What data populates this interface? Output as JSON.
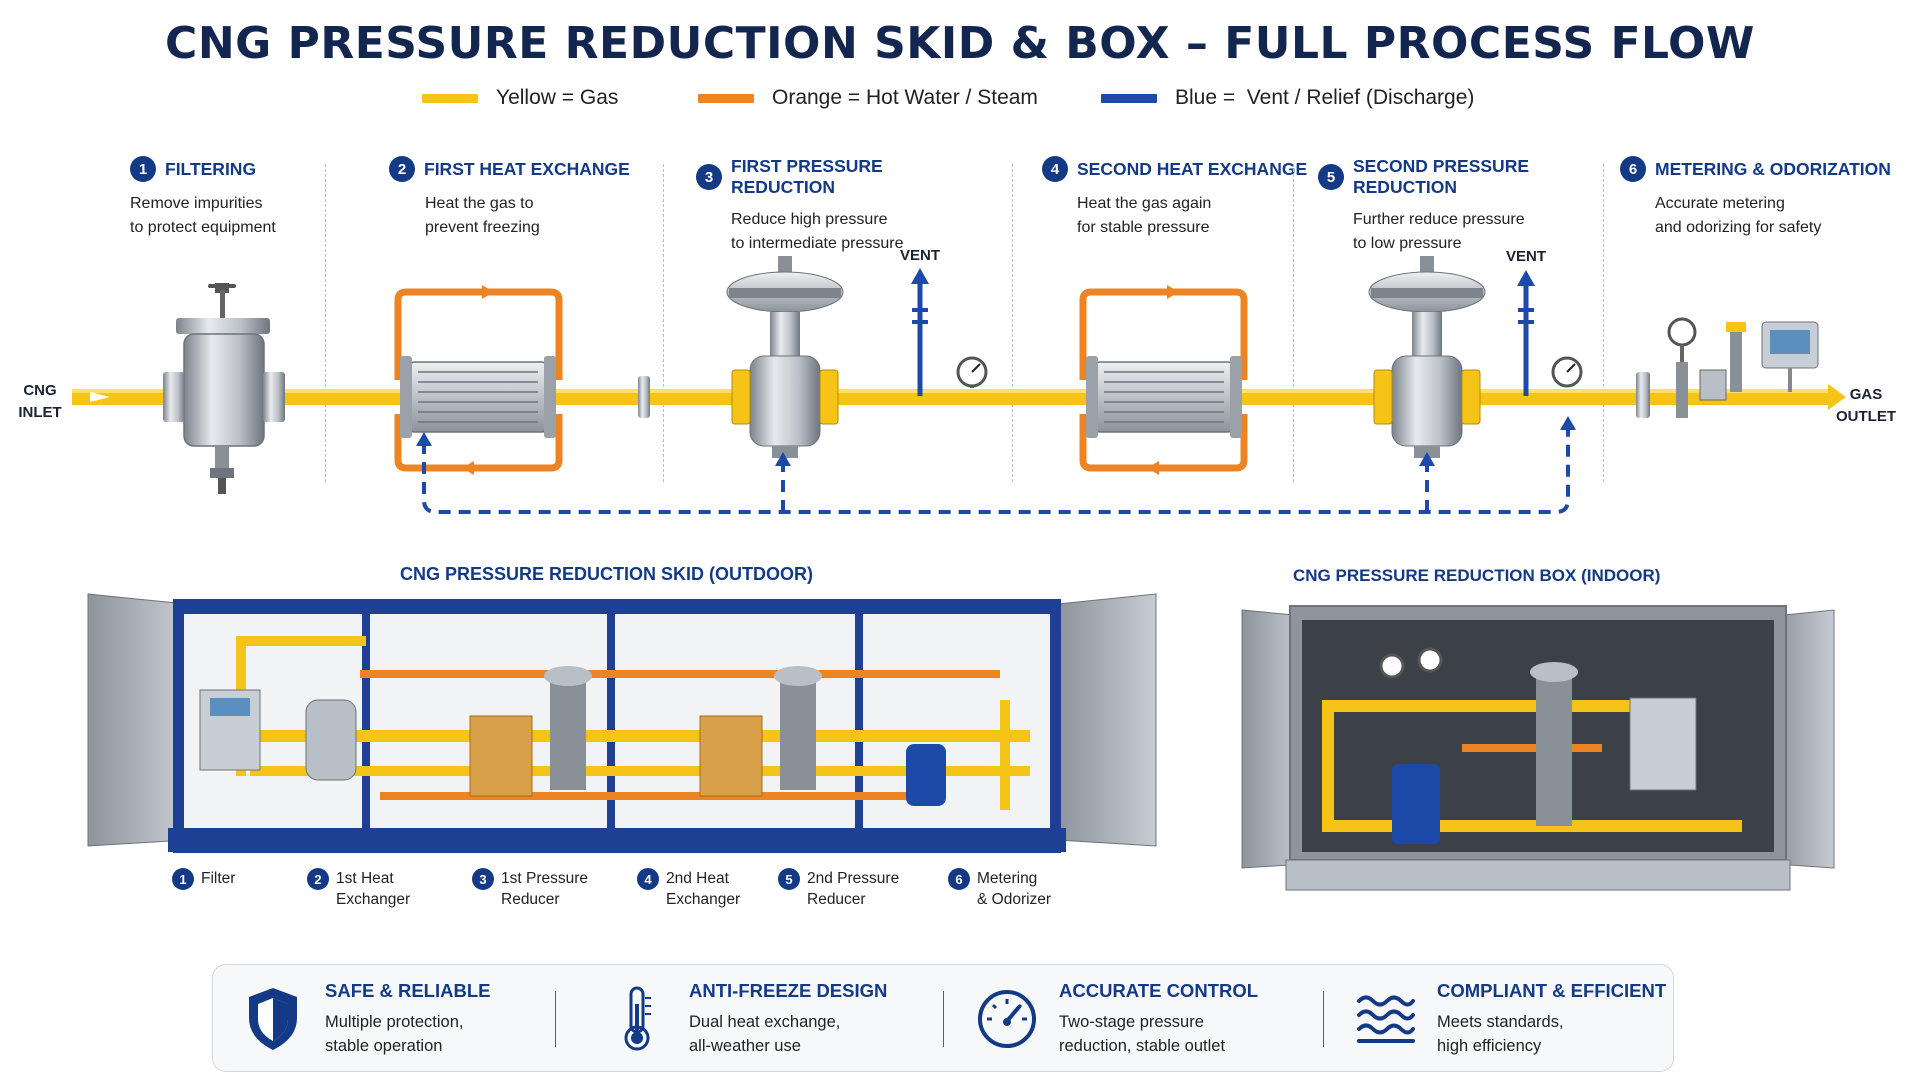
{
  "title": "CNG PRESSURE REDUCTION SKID & BOX – FULL PROCESS FLOW",
  "legend": [
    {
      "color": "#f6c416",
      "label": "Yellow = Gas"
    },
    {
      "color": "#ec8424",
      "label": "Orange = Hot Water / Steam"
    },
    {
      "color": "#1d4aa8",
      "label": "Blue =  Vent / Relief (Discharge)"
    }
  ],
  "steps": [
    {
      "num": "1",
      "title": "FILTERING",
      "desc": "Remove impurities\nto protect equipment"
    },
    {
      "num": "2",
      "title": "FIRST HEAT EXCHANGE",
      "desc": "Heat the gas to\nprevent freezing"
    },
    {
      "num": "3",
      "title": "FIRST PRESSURE REDUCTION",
      "desc": "Reduce high pressure\nto intermediate pressure"
    },
    {
      "num": "4",
      "title": "SECOND HEAT EXCHANGE",
      "desc": "Heat the gas again\nfor stable pressure"
    },
    {
      "num": "5",
      "title": "SECOND PRESSURE REDUCTION",
      "desc": "Further reduce pressure\nto low pressure"
    },
    {
      "num": "6",
      "title": "METERING & ODORIZATION",
      "desc": "Accurate metering\nand odorizing for safety"
    }
  ],
  "flow": {
    "inlet_line1": "CNG",
    "inlet_line2": "INLET",
    "outlet_line1": "GAS",
    "outlet_line2": "OUTLET",
    "vent1": "VENT",
    "vent2": "VENT"
  },
  "skid": {
    "title": "CNG PRESSURE REDUCTION SKID (OUTDOOR)",
    "labels": [
      {
        "num": "1",
        "line1": "Filter",
        "line2": ""
      },
      {
        "num": "2",
        "line1": "1st Heat",
        "line2": "Exchanger"
      },
      {
        "num": "3",
        "line1": "1st Pressure",
        "line2": "Reducer"
      },
      {
        "num": "4",
        "line1": "2nd Heat",
        "line2": "Exchanger"
      },
      {
        "num": "5",
        "line1": "2nd Pressure",
        "line2": "Reducer"
      },
      {
        "num": "6",
        "line1": "Metering",
        "line2": "& Odorizer"
      }
    ]
  },
  "box": {
    "title": "CNG PRESSURE REDUCTION BOX (INDOOR)"
  },
  "features": [
    {
      "icon": "shield-icon",
      "title": "SAFE & RELIABLE",
      "desc": "Multiple protection,\nstable operation"
    },
    {
      "icon": "thermometer-icon",
      "title": "ANTI-FREEZE DESIGN",
      "desc": "Dual heat exchange,\nall-weather use"
    },
    {
      "icon": "gauge-icon",
      "title": "ACCURATE CONTROL",
      "desc": "Two-stage pressure\nreduction, stable outlet"
    },
    {
      "icon": "waves-icon",
      "title": "COMPLIANT & EFFICIENT",
      "desc": "Meets standards,\nhigh efficiency"
    }
  ]
}
